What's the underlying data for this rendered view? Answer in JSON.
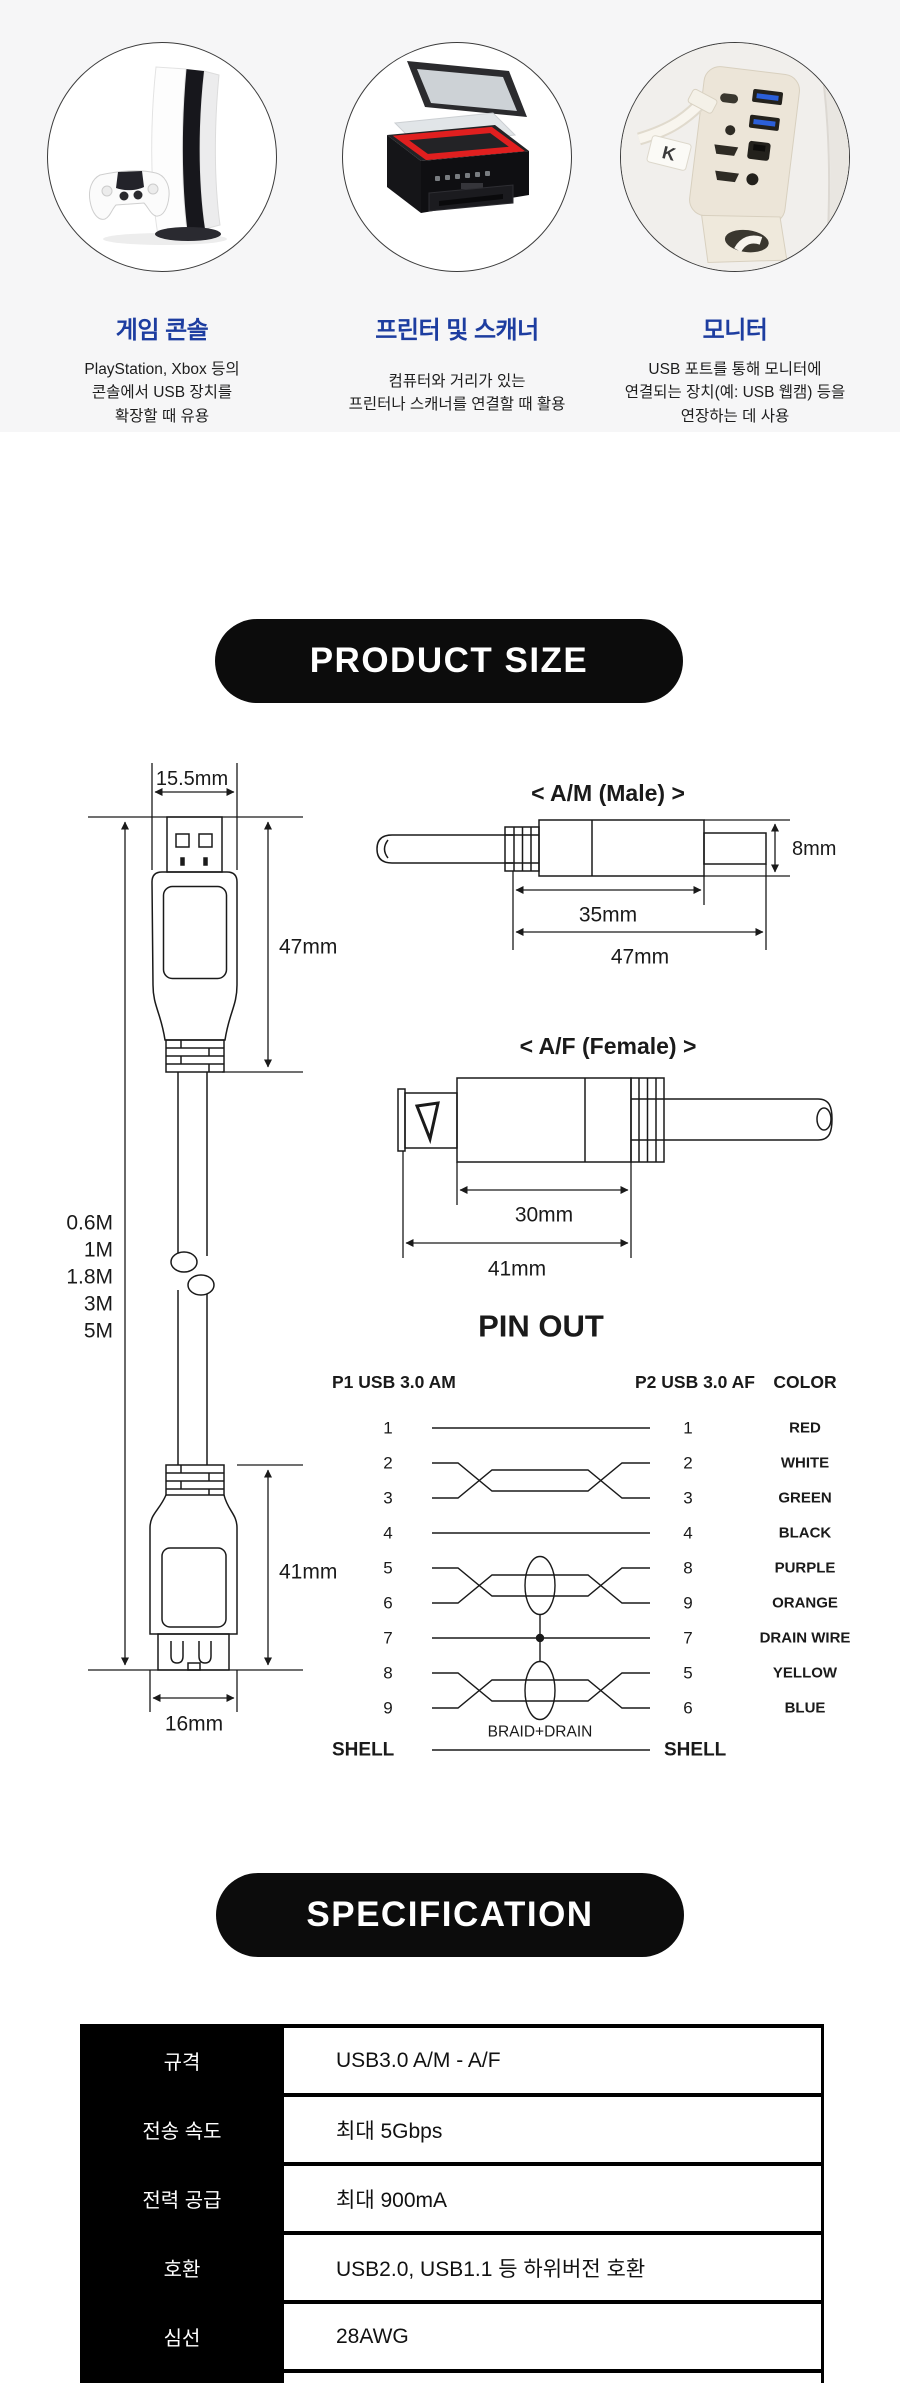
{
  "theme": {
    "accent_blue": "#1d3da0",
    "pill_black": "#0c0c0c",
    "line_ink": "#1a1a1a",
    "scan_red": "#e01f1f",
    "usb_port_blue": "#2b5fd9",
    "top_section_bg": "#f6f6f7"
  },
  "use_cases": {
    "items": [
      {
        "title": "게임 콘솔",
        "desc": [
          "PlayStation, Xbox 등의",
          "콘솔에서 USB 장치를",
          "확장할 때 유용"
        ]
      },
      {
        "title": "프린터 및 스캐너",
        "desc": [
          "컴퓨터와 거리가 있는",
          "프린터나 스캐너를 연결할 때 활용"
        ]
      },
      {
        "title": "모니터",
        "desc": [
          "USB 포트를 통해 모니터에",
          "연결되는 장치(예: USB 웹캠) 등을",
          "연장하는 데 사용"
        ]
      }
    ],
    "monitor_cable_tag": "K"
  },
  "banners": {
    "product_size": "PRODUCT SIZE",
    "specification": "SPECIFICATION"
  },
  "size_diagram": {
    "vertical": {
      "top_width": "15.5mm",
      "male_length": "47mm",
      "cable_lengths": [
        "0.6M",
        "1M",
        "1.8M",
        "3M",
        "5M"
      ],
      "female_length": "41mm",
      "bottom_width": "16mm"
    },
    "male": {
      "title": "< A/M (Male) >",
      "inner_length": "35mm",
      "total_length": "47mm",
      "height": "8mm"
    },
    "female": {
      "title": "< A/F (Female) >",
      "inner_length": "30mm",
      "total_length": "41mm"
    }
  },
  "pinout": {
    "title": "PIN OUT",
    "headers": {
      "p1": "P1 USB 3.0 AM",
      "p2": "P2 USB 3.0 AF",
      "color": "COLOR"
    },
    "rows": [
      {
        "p1": "1",
        "p2": "1",
        "color": "RED"
      },
      {
        "p1": "2",
        "p2": "2",
        "color": "WHITE"
      },
      {
        "p1": "3",
        "p2": "3",
        "color": "GREEN"
      },
      {
        "p1": "4",
        "p2": "4",
        "color": "BLACK"
      },
      {
        "p1": "5",
        "p2": "8",
        "color": "PURPLE"
      },
      {
        "p1": "6",
        "p2": "9",
        "color": "ORANGE"
      },
      {
        "p1": "7",
        "p2": "7",
        "color": "DRAIN WIRE"
      },
      {
        "p1": "8",
        "p2": "5",
        "color": "YELLOW"
      },
      {
        "p1": "9",
        "p2": "6",
        "color": "BLUE"
      }
    ],
    "shell_left": "SHELL",
    "shell_right": "SHELL",
    "braid_label": "BRAID+DRAIN"
  },
  "spec_table": {
    "rows": [
      {
        "label": "규격",
        "value": "USB3.0 A/M - A/F"
      },
      {
        "label": "전송 속도",
        "value": "최대 5Gbps"
      },
      {
        "label": "전력 공급",
        "value": "최대 900mA"
      },
      {
        "label": "호환",
        "value": "USB2.0, USB1.1 등 하위버전 호환"
      },
      {
        "label": "심선",
        "value": "28AWG"
      },
      {
        "label": "",
        "value": ""
      }
    ]
  }
}
